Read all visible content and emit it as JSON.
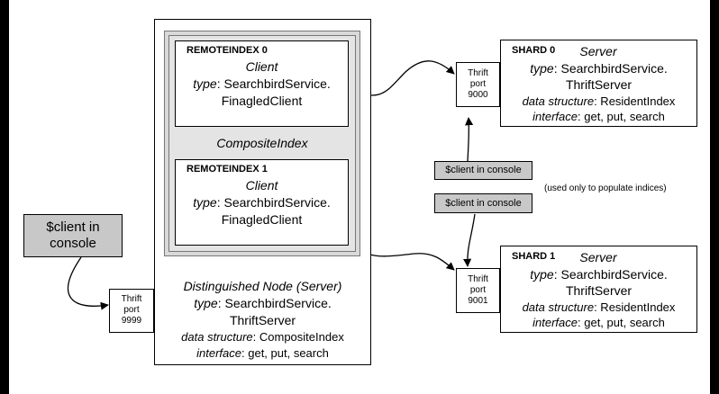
{
  "distinguished_node": {
    "title": "Distinguished Node (Server)",
    "type_key": "type",
    "type_line1": ": SearchbirdService.",
    "type_line2": "ThriftServer",
    "ds_key": "data structure",
    "ds_val": ": CompositeIndex",
    "iface_key": "interface",
    "iface_val": ": get, put, search"
  },
  "composite_index": {
    "label": "CompositeIndex"
  },
  "remote_index_0": {
    "title": "REMOTEINDEX 0",
    "role": "Client",
    "type_key": "type",
    "type_line1": ": SearchbirdService.",
    "type_line2": "FinagledClient"
  },
  "remote_index_1": {
    "title": "REMOTEINDEX 1",
    "role": "Client",
    "type_key": "type",
    "type_line1": ": SearchbirdService.",
    "type_line2": "FinagledClient"
  },
  "shard_0": {
    "title": "SHARD 0",
    "role": "Server",
    "type_key": "type",
    "type_line1": ": SearchbirdService.",
    "type_line2": "ThriftServer",
    "ds_key": "data structure",
    "ds_val": ": ResidentIndex",
    "iface_key": "interface",
    "iface_val": ": get, put, search"
  },
  "shard_1": {
    "title": "SHARD 1",
    "role": "Server",
    "type_key": "type",
    "type_line1": ": SearchbirdService.",
    "type_line2": "ThriftServer",
    "ds_key": "data structure",
    "ds_val": ": ResidentIndex",
    "iface_key": "interface",
    "iface_val": ": get, put, search"
  },
  "port_9999": {
    "l1": "Thrift",
    "l2": "port",
    "l3": "9999"
  },
  "port_9000": {
    "l1": "Thrift",
    "l2": "port",
    "l3": "9000"
  },
  "port_9001": {
    "l1": "Thrift",
    "l2": "port",
    "l3": "9001"
  },
  "client_console_main": {
    "l1": "$client in",
    "l2": "console"
  },
  "client_console_top": {
    "label": "$client in console"
  },
  "client_console_bottom": {
    "label": "$client in console"
  },
  "note": {
    "label": "(used only to populate indices)"
  }
}
